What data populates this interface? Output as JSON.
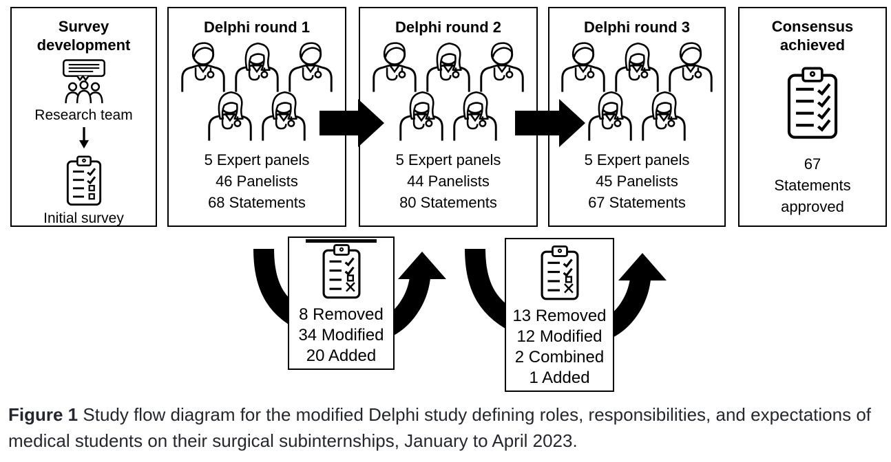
{
  "figure": {
    "survey_box": {
      "title_line1": "Survey",
      "title_line2": "development",
      "team_label": "Research team",
      "initial_survey_label": "Initial survey"
    },
    "rounds": [
      {
        "title": "Delphi round 1",
        "stats": [
          "5 Expert panels",
          "46 Panelists",
          "68 Statements"
        ]
      },
      {
        "title": "Delphi round 2",
        "stats": [
          "5 Expert panels",
          "44 Panelists",
          "80 Statements"
        ]
      },
      {
        "title": "Delphi round 3",
        "stats": [
          "5 Expert panels",
          "45 Panelists",
          "67 Statements"
        ]
      }
    ],
    "consensus_box": {
      "title_line1": "Consensus",
      "title_line2": "achieved",
      "result_lines": [
        "67",
        "Statements",
        "approved"
      ]
    },
    "revision_boxes": [
      {
        "changes": [
          "8 Removed",
          "34 Modified",
          "20 Added"
        ]
      },
      {
        "changes": [
          "13 Removed",
          "12 Modified",
          "2 Combined",
          "1 Added"
        ]
      }
    ],
    "icons": {
      "research_team": "research-team-icon",
      "initial_survey": "checklist-clipboard-icon",
      "panelist": "doctor-panelist-icon",
      "revision_clipboard": "edited-checklist-clipboard-icon",
      "consensus_clipboard": "approved-checklist-clipboard-icon",
      "flow_arrow": "right-arrow-icon",
      "feedback_down_arrow": "curved-down-arrow-icon",
      "feedback_up_arrow": "curved-up-arrow-icon",
      "down_arrow": "down-arrow-icon"
    },
    "colors": {
      "ink": "#000000",
      "background": "#ffffff",
      "caption_text": "#24272e"
    }
  },
  "caption": {
    "label": "Figure 1",
    "text": "Study flow diagram for the modified Delphi study defining roles, responsibilities, and expectations of medical students on their surgical subinternships, January to April 2023."
  }
}
